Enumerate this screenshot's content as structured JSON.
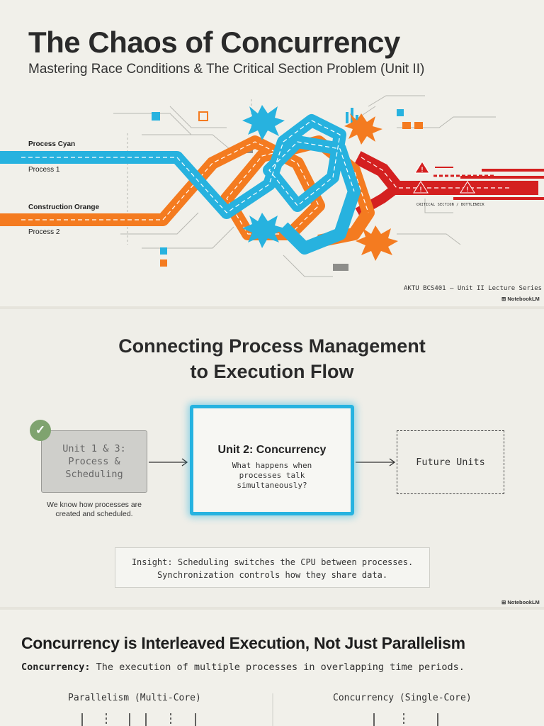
{
  "slide1": {
    "title": "The Chaos of Concurrency",
    "subtitle": "Mastering Race Conditions & The Critical Section Problem (Unit II)",
    "process_cyan_label": "Process Cyan",
    "process1_label": "Process 1",
    "process_orange_label": "Construction Orange",
    "process2_label": "Process 2",
    "critical_label": "CRITICAL SECTION / BOTTLENECK",
    "series": "AKTU BCS401 – Unit II Lecture Series",
    "brand": "NotebookLM",
    "colors": {
      "cyan": "#27b2df",
      "orange": "#f47b20",
      "red": "#d42020"
    }
  },
  "slide2": {
    "title_line1": "Connecting Process Management",
    "title_line2": "to Execution Flow",
    "done_box": {
      "line1": "Unit 1 & 3:",
      "line2": "Process &",
      "line3": "Scheduling"
    },
    "done_caption_line1": "We know how processes are",
    "done_caption_line2": "created and scheduled.",
    "current_box": {
      "heading": "Unit 2: Concurrency",
      "line1": "What happens when",
      "line2": "processes talk",
      "line3": "simultaneously?"
    },
    "future_box": "Future Units",
    "insight_line1": "Insight: Scheduling switches the CPU between processes.",
    "insight_line2": "Synchronization controls how they share data.",
    "brand": "NotebookLM"
  },
  "slide3": {
    "title": "Concurrency is Interleaved Execution, Not Just Parallelism",
    "definition_term": "Concurrency:",
    "definition_text": " The execution of multiple processes in overlapping time periods.",
    "left_heading": "Parallelism (Multi-Core)",
    "right_heading": "Concurrency (Single-Core)"
  }
}
